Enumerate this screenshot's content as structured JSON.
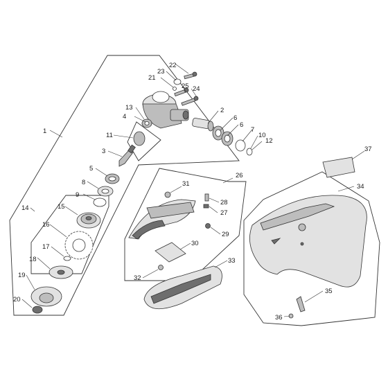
{
  "labels": {
    "p1": "1",
    "p2": "2",
    "p3": "3",
    "p4": "4",
    "p5": "5",
    "p6a": "6",
    "p6b": "6",
    "p7": "7",
    "p8": "8",
    "p9": "9",
    "p10": "10",
    "p11": "11",
    "p12": "12",
    "p13": "13",
    "p14": "14",
    "p15": "15",
    "p16": "16",
    "p17": "17",
    "p18": "18",
    "p19": "19",
    "p20": "20",
    "p21": "21",
    "p22": "22",
    "p23": "23",
    "p24": "24",
    "p25": "25",
    "p26": "26",
    "p27": "27",
    "p28": "28",
    "p29": "29",
    "p30": "30",
    "p31": "31",
    "p32": "32",
    "p33": "33",
    "p34": "34",
    "p35": "35",
    "p36": "36",
    "p37": "37"
  }
}
